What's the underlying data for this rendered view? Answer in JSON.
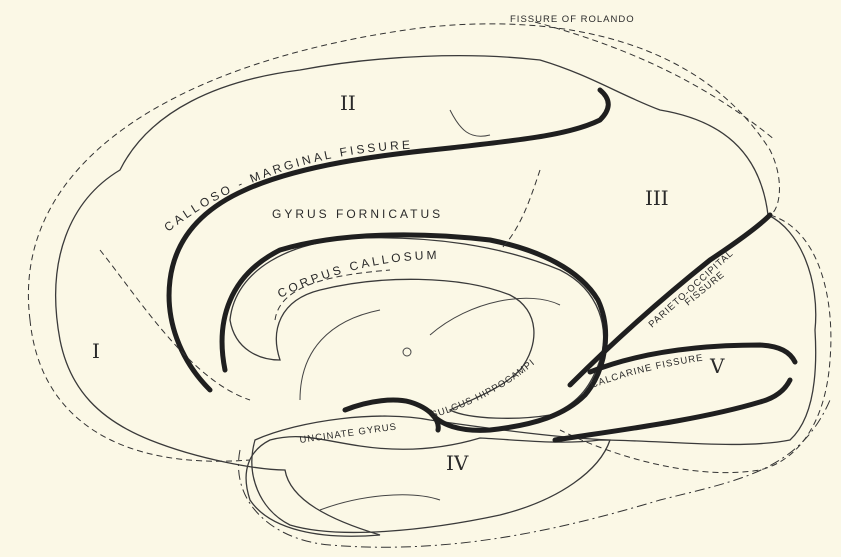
{
  "labels": {
    "fissure_of_rolando": "FISSURE OF ROLANDO",
    "region_2": "II",
    "region_3": "III",
    "region_1": "I",
    "region_4": "IV",
    "region_5": "V",
    "calloso_marginal": "CALLOSO - MARGINAL FISSURE",
    "gyrus_fornicatus": "GYRUS FORNICATUS",
    "corpus_callosum": "CORPUS CALLOSUM",
    "parieto_occipital": "PARIETO-OCCIPITAL",
    "fissure": "FISSURE",
    "calcarine": "CALCARINE FISSURE",
    "sulcus_hippocampi": "SULCUS HIPPOCAMPI",
    "uncinate_gyrus": "UNCINATE GYRUS"
  },
  "colors": {
    "paper": "#fbf8e6",
    "ink": "#1f1f1f",
    "shading": "#e9e6d8"
  }
}
